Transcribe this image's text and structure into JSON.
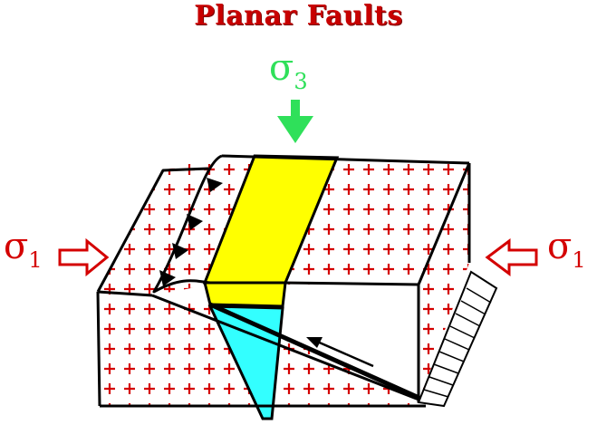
{
  "title": "Planar Faults",
  "stresses": {
    "sigma3": {
      "symbol": "σ",
      "subscript": "3",
      "color": "#2fe05a"
    },
    "sigma1_left": {
      "symbol": "σ",
      "subscript": "1",
      "color": "#d40000"
    },
    "sigma1_right": {
      "symbol": "σ",
      "subscript": "1",
      "color": "#d40000"
    }
  },
  "colors": {
    "block_outline": "#000000",
    "pattern_plus": "#d40000",
    "graben_fill": "#ffff00",
    "wedge_fill": "#33ffff",
    "sigma3_arrow": "#2fe05a",
    "sigma1_arrow": "#d40000"
  },
  "icons": {
    "sigma3_arrow": "arrow-down-icon",
    "sigma1_left_arrow": "arrow-right-outline-icon",
    "sigma1_right_arrow": "arrow-left-outline-icon",
    "thrust_teeth": "triangle-teeth-icon",
    "slip_arrow": "arrow-up-left-icon"
  }
}
